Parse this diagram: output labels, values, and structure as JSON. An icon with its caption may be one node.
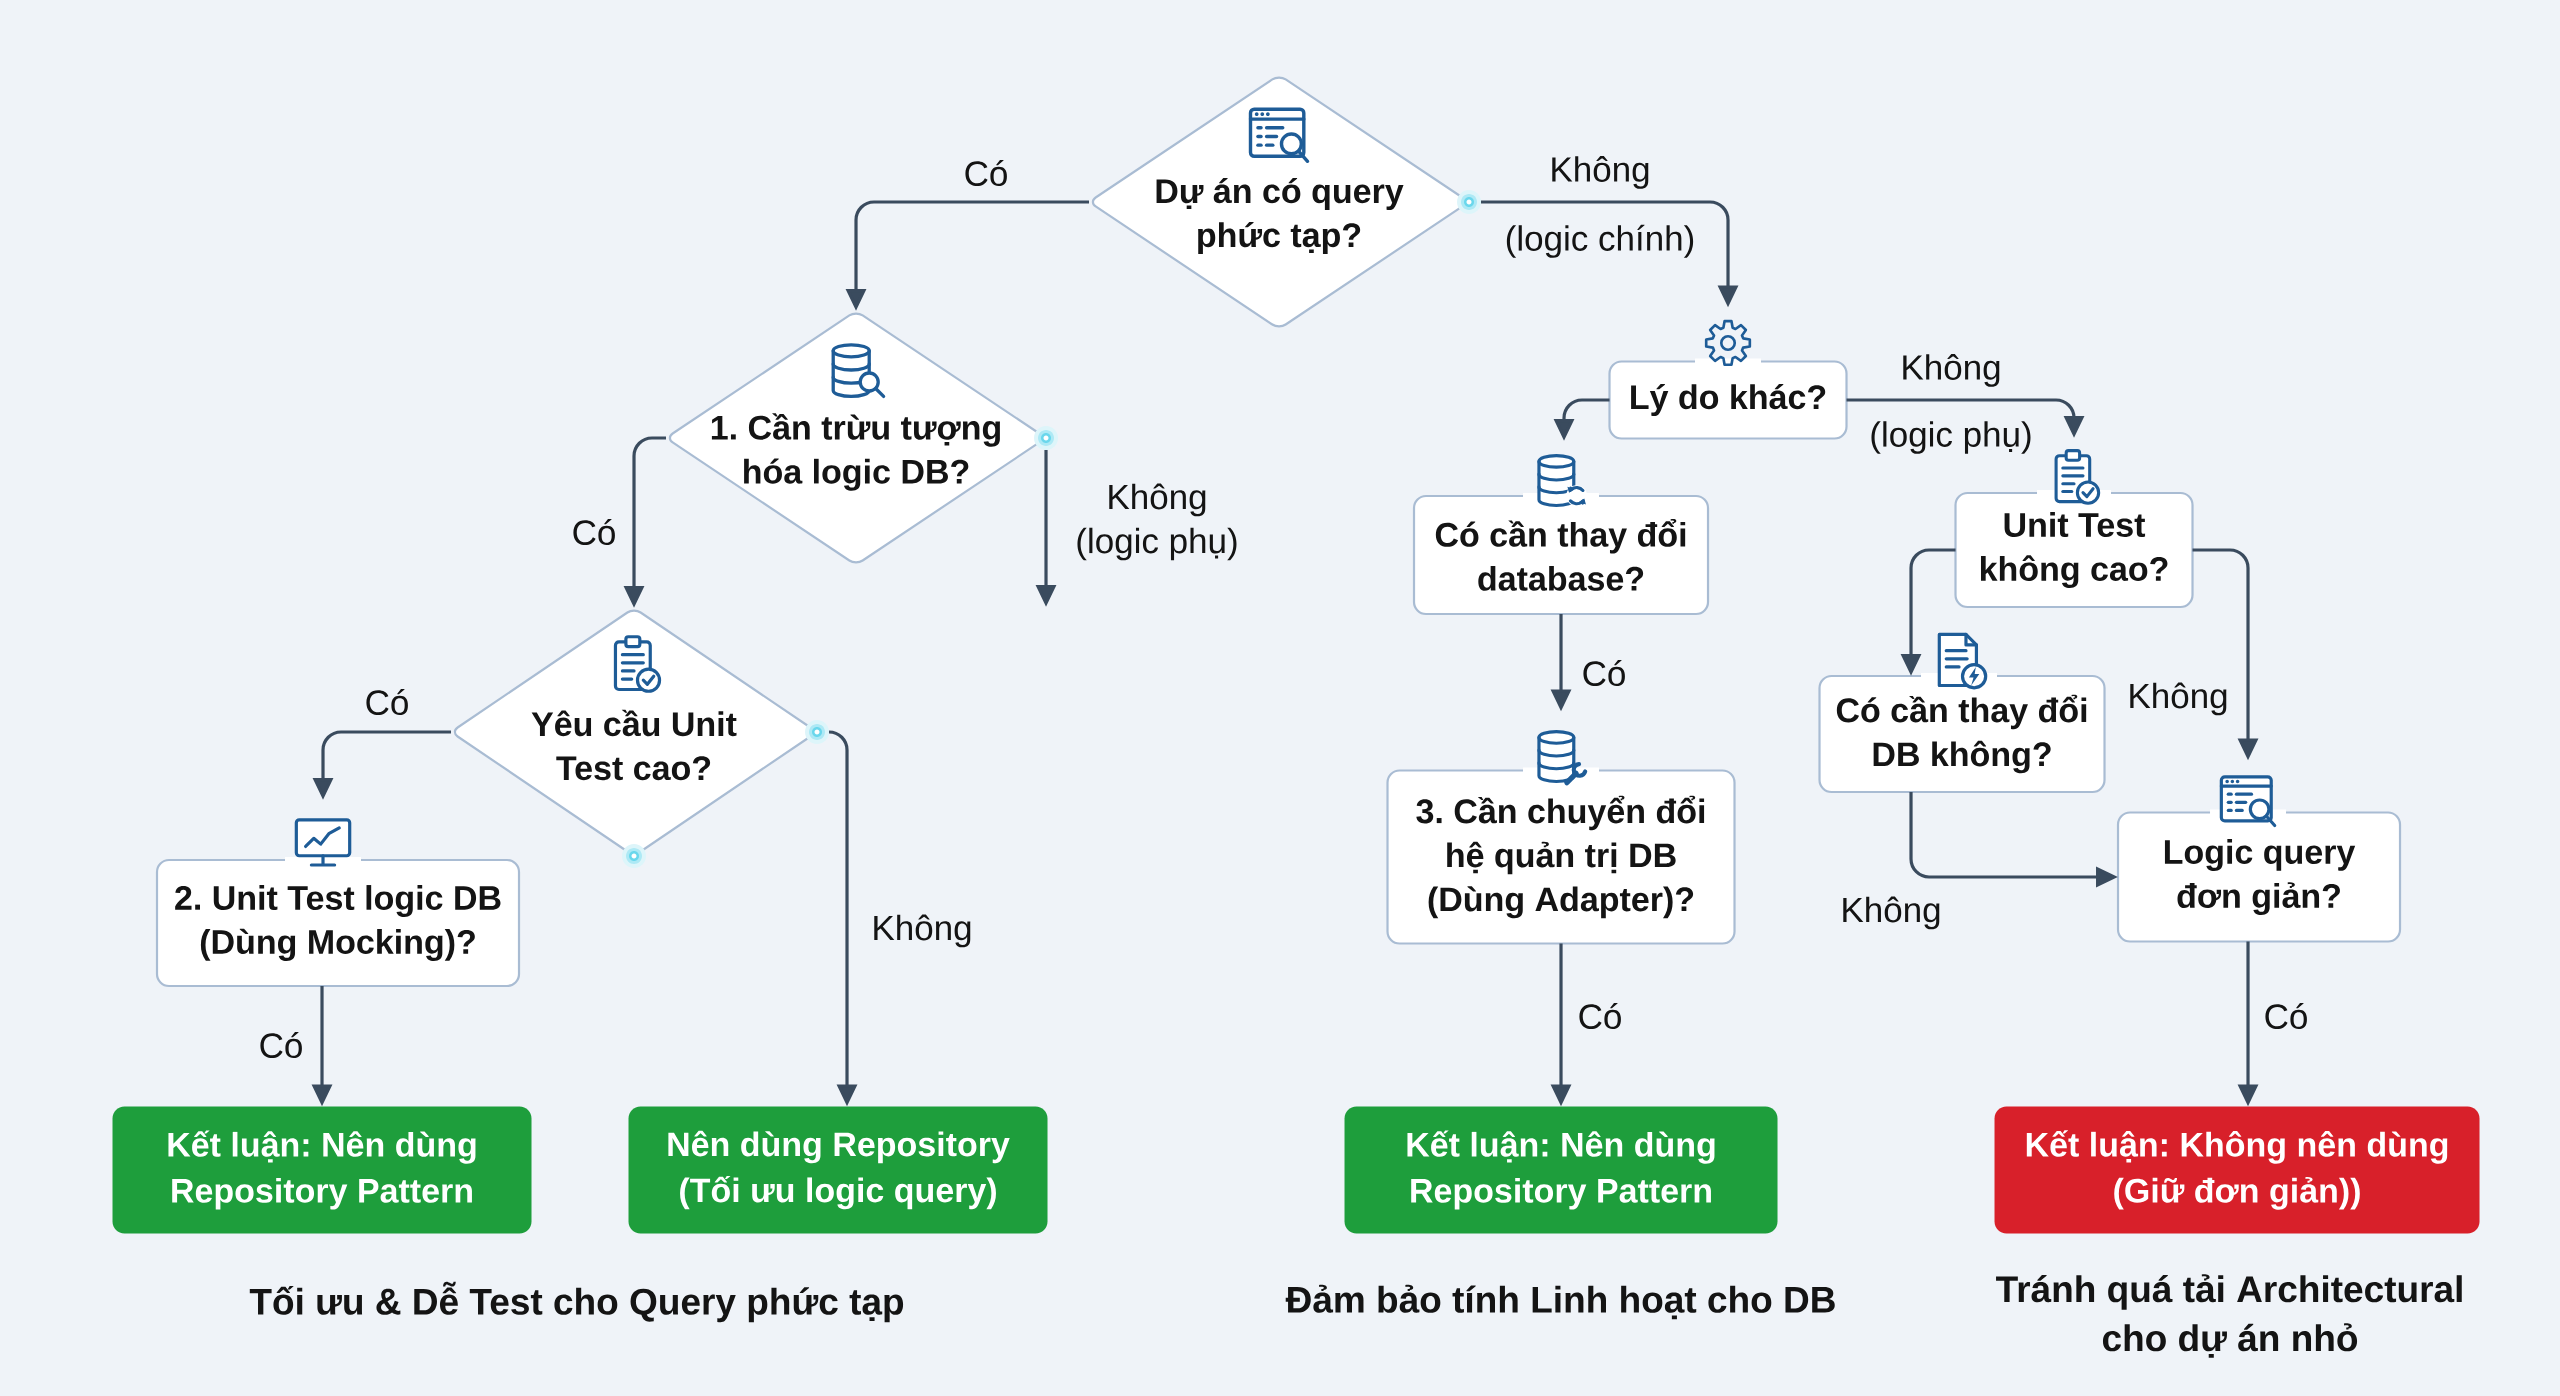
{
  "diagram": {
    "nodes": [
      {
        "text": [
          "Dự án có query phức tạp?"
        ]
      },
      {
        "text": [
          "1. Cần trừu tượng hóa logic DB?"
        ]
      },
      {
        "text": [
          "Yêu cầu Unit Test cao?"
        ]
      },
      {
        "text": [
          "2. Unit Test logic DB (Dùng Mocking)?"
        ]
      },
      {
        "text": [
          "Kết luận: Nên dùng Repository Pattern"
        ]
      },
      {
        "text": [
          "Nên dùng Repository (Tối ưu logic query)"
        ]
      },
      {
        "text": [
          "Lý do khác?"
        ]
      },
      {
        "text": [
          "Có cần thay đổi database?"
        ]
      },
      {
        "text": [
          "3. Cần chuyển đổi hệ quản trị DB (Dùng Adapter)?"
        ]
      },
      {
        "text": [
          "Kết luận: Nên dùng Repository Pattern"
        ]
      },
      {
        "text": [
          "Unit Test không cao?"
        ]
      },
      {
        "text": [
          "Có cần thay đổi DB không?"
        ]
      },
      {
        "text": [
          "Logic query đơn giản?"
        ]
      },
      {
        "text": [
          "Kết luận: Không nên dùng (Giữ đơn giản))"
        ]
      }
    ],
    "edges": [
      {
        "from": 0,
        "to": 1,
        "arrow": "to",
        "label": "Có"
      },
      {
        "from": 0,
        "to": 6,
        "arrow": "to",
        "label": "Không (logic chính)"
      },
      {
        "from": 1,
        "to": null,
        "arrow": "to",
        "label": "Không (logic phụ)"
      },
      {
        "from": 1,
        "to": 2,
        "arrow": "to",
        "label": "Có"
      },
      {
        "from": 2,
        "to": 3,
        "arrow": "to",
        "label": "Có"
      },
      {
        "from": 2,
        "to": 5,
        "arrow": "to",
        "label": "Không"
      },
      {
        "from": 3,
        "to": 4,
        "arrow": "to",
        "label": "Có"
      },
      {
        "from": 6,
        "to": 7,
        "arrow": "to"
      },
      {
        "from": 6,
        "to": 10,
        "arrow": "to",
        "label": "Không (logic phụ)"
      },
      {
        "from": 7,
        "to": 8,
        "arrow": "to",
        "label": "Có"
      },
      {
        "from": 8,
        "to": 9,
        "arrow": "to",
        "label": "Có"
      },
      {
        "from": 10,
        "to": 11,
        "arrow": "to"
      },
      {
        "from": 10,
        "to": 12,
        "arrow": "to",
        "label": "Không"
      },
      {
        "from": 11,
        "to": 12,
        "arrow": "to",
        "label": "Không"
      },
      {
        "from": 12,
        "to": 13,
        "arrow": "to",
        "label": "Có"
      }
    ],
    "labels": [
      "Tối ưu & Dễ Test cho Query phức tạp",
      "Đảm bảo tính Linh hoạt cho DB",
      "Tránh quá tải Architectural cho dự án nhỏ"
    ]
  }
}
